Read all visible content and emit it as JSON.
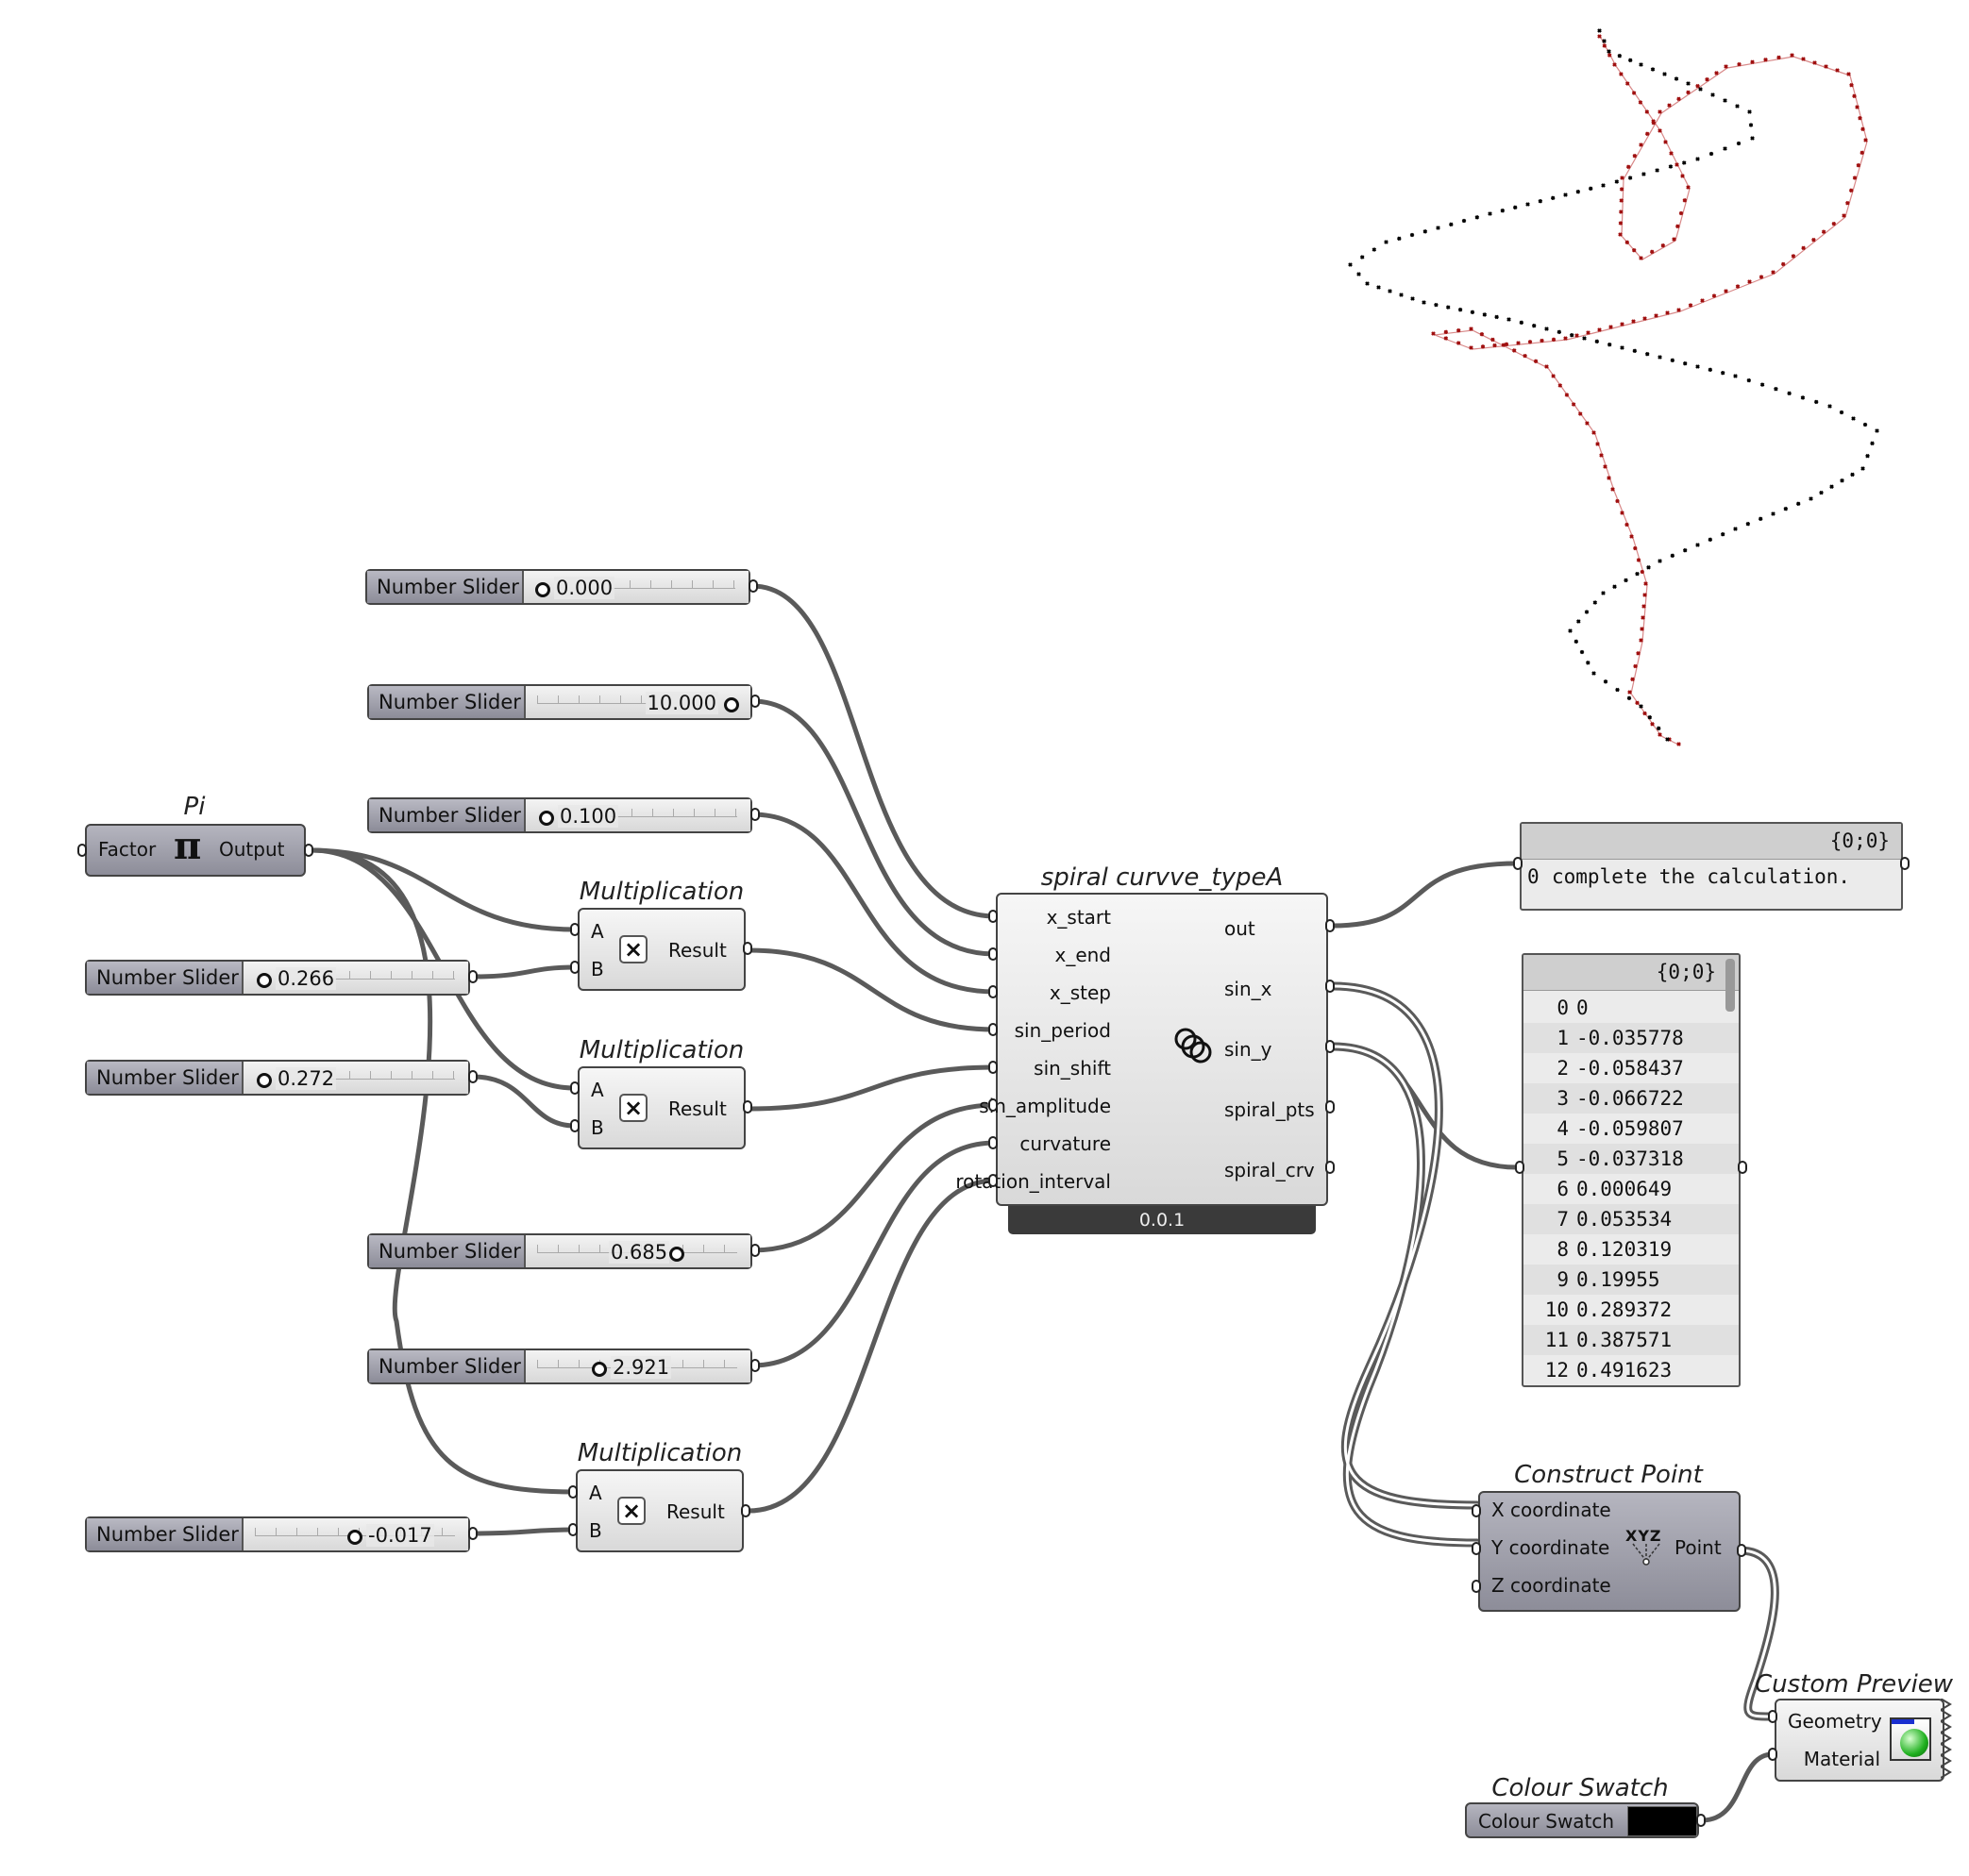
{
  "components": {
    "pi": {
      "title": "Pi",
      "input": "Factor",
      "symbol": "π",
      "output": "Output"
    },
    "slider_label": "Number Slider",
    "sliders": [
      {
        "value": "0.000"
      },
      {
        "value": "10.000"
      },
      {
        "value": "0.100"
      },
      {
        "value": "0.266"
      },
      {
        "value": "0.272"
      },
      {
        "value": "0.685"
      },
      {
        "value": "2.921"
      },
      {
        "value": "-0.017"
      }
    ],
    "multiplications": [
      {
        "title": "Multiplication",
        "input_a": "A",
        "input_b": "B",
        "output": "Result",
        "symbol": "×"
      },
      {
        "title": "Multiplication",
        "input_a": "A",
        "input_b": "B",
        "output": "Result",
        "symbol": "×"
      },
      {
        "title": "Multiplication",
        "input_a": "A",
        "input_b": "B",
        "output": "Result",
        "symbol": "×"
      }
    ],
    "spiral": {
      "title": "spiral curvve_typeA",
      "inputs": [
        "x_start",
        "x_end",
        "x_step",
        "sin_period",
        "sin_shift",
        "sin_amplitude",
        "curvature",
        "rotation_interval"
      ],
      "outputs": [
        "out",
        "sin_x",
        "sin_y",
        "spiral_pts",
        "spiral_crv"
      ],
      "version": "0.0.1"
    },
    "panel_out": {
      "path": "{0;0}",
      "rows": [
        {
          "index": "0",
          "value": "complete the calculation."
        }
      ]
    },
    "panel_list": {
      "path": "{0;0}",
      "rows": [
        {
          "index": "0",
          "value": "0"
        },
        {
          "index": "1",
          "value": "-0.035778"
        },
        {
          "index": "2",
          "value": "-0.058437"
        },
        {
          "index": "3",
          "value": "-0.066722"
        },
        {
          "index": "4",
          "value": "-0.059807"
        },
        {
          "index": "5",
          "value": "-0.037318"
        },
        {
          "index": "6",
          "value": "0.000649"
        },
        {
          "index": "7",
          "value": "0.053534"
        },
        {
          "index": "8",
          "value": "0.120319"
        },
        {
          "index": "9",
          "value": "0.19955"
        },
        {
          "index": "10",
          "value": "0.289372"
        },
        {
          "index": "11",
          "value": "0.387571"
        },
        {
          "index": "12",
          "value": "0.491623"
        }
      ]
    },
    "construct_point": {
      "title": "Construct Point",
      "inputs": [
        "X coordinate",
        "Y coordinate",
        "Z coordinate"
      ],
      "icon": "XYZ",
      "output": "Point"
    },
    "custom_preview": {
      "title": "Custom Preview",
      "inputs": [
        "Geometry",
        "Material"
      ]
    },
    "colour_swatch": {
      "title": "Colour Swatch",
      "label": "Colour Swatch",
      "color": "#000000"
    }
  },
  "colors": {
    "wire": "#5a5a5a",
    "preview_red": "#a01010",
    "preview_black": "#000000"
  }
}
